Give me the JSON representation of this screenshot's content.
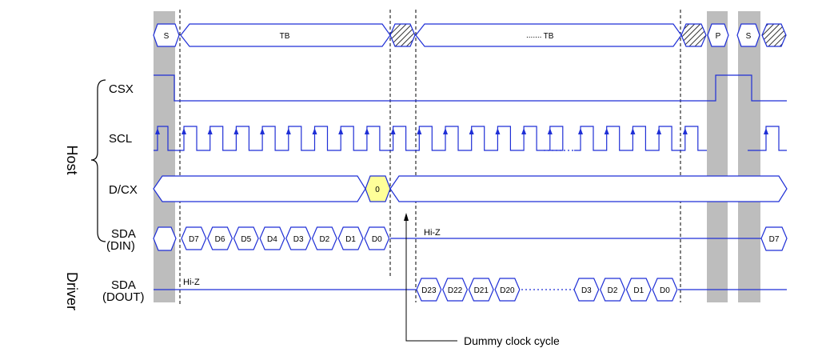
{
  "groups": {
    "host": "Host",
    "driver": "Driver"
  },
  "signals": {
    "csx": "CSX",
    "scl": "SCL",
    "dcx": "D/CX",
    "sda_din_1": "SDA",
    "sda_din_2": "(DIN)",
    "sda_dout_1": "SDA",
    "sda_dout_2": "(DOUT)"
  },
  "top_bus": {
    "start": "S",
    "tb": "TB",
    "stop": "P"
  },
  "dcx_value": "0",
  "din_bits": [
    "D7",
    "D6",
    "D5",
    "D4",
    "D3",
    "D2",
    "D1",
    "D0"
  ],
  "din_tail": "D7",
  "din_hiz": "Hi-Z",
  "dout_hiz": "Hi-Z",
  "dout_bits_a": [
    "D23",
    "D22",
    "D21",
    "D20"
  ],
  "dout_bits_b": [
    "D3",
    "D2",
    "D1",
    "D0"
  ],
  "annotation": "Dummy clock cycle",
  "colors": {
    "wave": "#1f2fd6",
    "grey_band": "#bdbdbd",
    "highlight": "#ffff99"
  }
}
